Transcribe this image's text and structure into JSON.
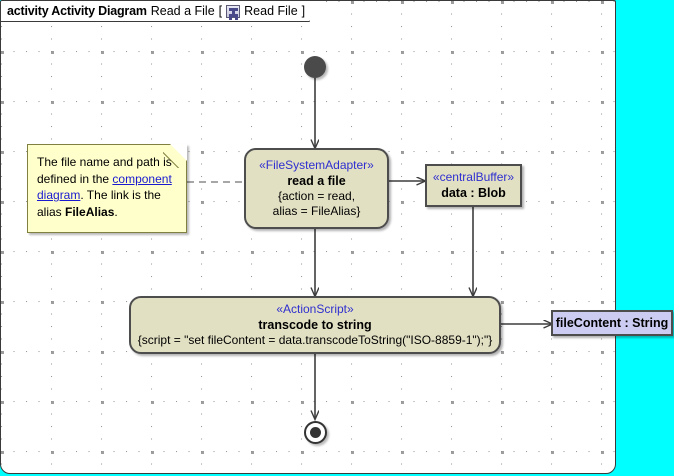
{
  "frame": {
    "keyword": "activity Activity Diagram",
    "name": "Read a File",
    "bracket_open": "[",
    "bracket_close": "]",
    "ref_name": "Read File",
    "icon": "activity-frame-icon"
  },
  "canvas": {
    "background_color": "#FFFFFF",
    "outside_color": "#00FFFF",
    "grid": "dotted"
  },
  "note": {
    "text_part_1": "The file name and path is defined in the ",
    "link_text": "component diagram",
    "text_part_2": ". The link is the alias ",
    "bold_text": "FileAlias",
    "text_part_3": ".",
    "fill_color": "#FFFFCC",
    "link_color": "#1A1AD0"
  },
  "nodes": {
    "start": {
      "name": "initial-node",
      "label": ""
    },
    "read_a_file": {
      "stereotype": "«FileSystemAdapter»",
      "name": "read a file",
      "property_line_1": "{action = read,",
      "property_line_2": "alias = FileAlias}",
      "fill_color": "#E2E0C3"
    },
    "central_buffer": {
      "stereotype": "«centralBuffer»",
      "name": "data : Blob",
      "fill_color": "#E2E0C3"
    },
    "transcode": {
      "stereotype": "«ActionScript»",
      "name": "transcode to string",
      "property_line_1": "{script = \"set fileContent = data.transcodeToString(\"ISO-8859-1\");\"}",
      "fill_color": "#E2E0C3"
    },
    "file_content": {
      "name": "fileContent : String",
      "fill_color": "#CCCCF2"
    },
    "end": {
      "name": "final-node",
      "label": ""
    }
  },
  "edges": [
    {
      "name": "start-to-read",
      "from": "start",
      "to": "read_a_file",
      "style": "solid"
    },
    {
      "name": "read-to-buffer",
      "from": "read_a_file",
      "to": "central_buffer",
      "style": "solid"
    },
    {
      "name": "buffer-to-transcode",
      "from": "central_buffer",
      "to": "transcode",
      "style": "solid"
    },
    {
      "name": "read-to-transcode",
      "from": "read_a_file",
      "to": "transcode",
      "style": "solid"
    },
    {
      "name": "transcode-to-filecontent",
      "from": "transcode",
      "to": "file_content",
      "style": "solid"
    },
    {
      "name": "transcode-to-end",
      "from": "transcode",
      "to": "end",
      "style": "solid"
    },
    {
      "name": "note-anchor",
      "from": "note",
      "to": "read_a_file",
      "style": "dashed"
    }
  ]
}
